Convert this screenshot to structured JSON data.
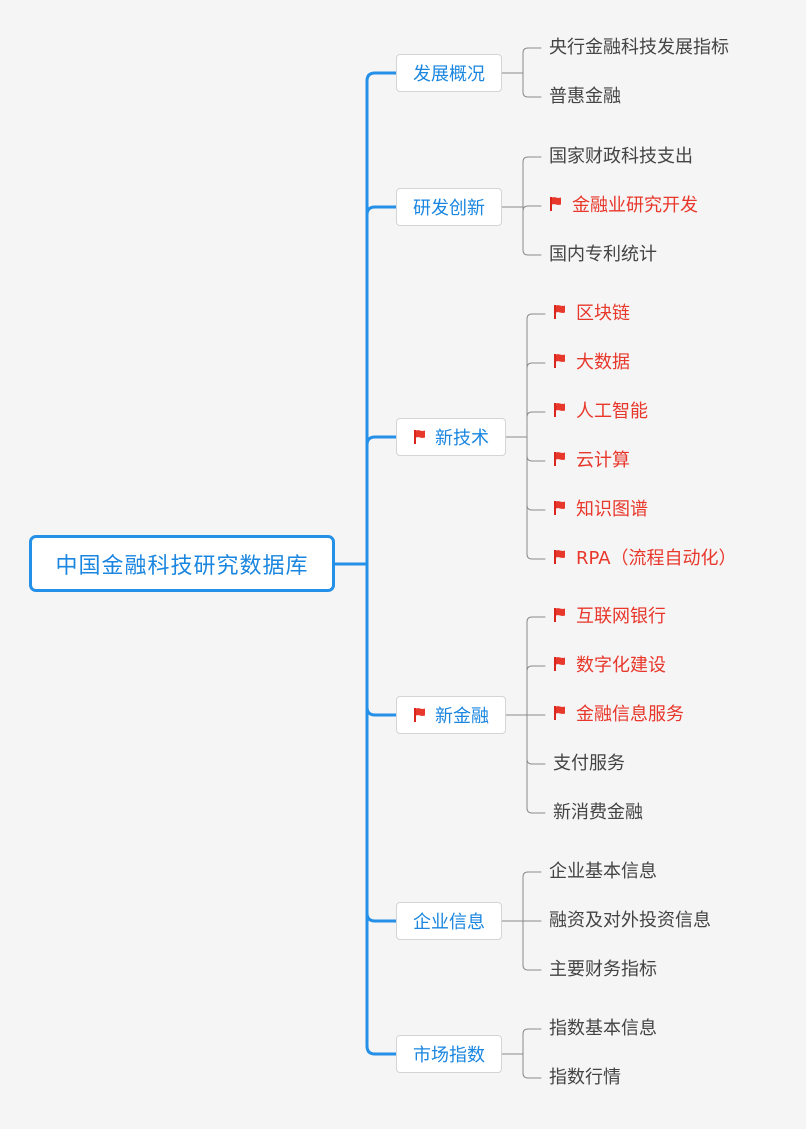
{
  "title": "中国金融科技研究数据库",
  "icons": {
    "flag": "red-flag-icon"
  },
  "colors": {
    "branch": "#2590e8",
    "category_text": "#1a86e0",
    "highlight_text": "#e8372b",
    "leaf_text": "#444444",
    "leaf_line": "#8a8a8a"
  },
  "categories": [
    {
      "label": "发展概况",
      "flag": false,
      "items": [
        {
          "label": "央行金融科技发展指标",
          "flag": false
        },
        {
          "label": "普惠金融",
          "flag": false
        }
      ]
    },
    {
      "label": "研发创新",
      "flag": false,
      "items": [
        {
          "label": "国家财政科技支出",
          "flag": false
        },
        {
          "label": "金融业研究开发",
          "flag": true
        },
        {
          "label": "国内专利统计",
          "flag": false
        }
      ]
    },
    {
      "label": "新技术",
      "flag": true,
      "items": [
        {
          "label": "区块链",
          "flag": true
        },
        {
          "label": "大数据",
          "flag": true
        },
        {
          "label": "人工智能",
          "flag": true
        },
        {
          "label": "云计算",
          "flag": true
        },
        {
          "label": "知识图谱",
          "flag": true
        },
        {
          "label": "RPA（流程自动化）",
          "flag": true
        }
      ]
    },
    {
      "label": "新金融",
      "flag": true,
      "items": [
        {
          "label": "互联网银行",
          "flag": true
        },
        {
          "label": "数字化建设",
          "flag": true
        },
        {
          "label": "金融信息服务",
          "flag": true
        },
        {
          "label": "支付服务",
          "flag": false
        },
        {
          "label": "新消费金融",
          "flag": false
        }
      ]
    },
    {
      "label": "企业信息",
      "flag": false,
      "items": [
        {
          "label": "企业基本信息",
          "flag": false
        },
        {
          "label": "融资及对外投资信息",
          "flag": false
        },
        {
          "label": "主要财务指标",
          "flag": false
        }
      ]
    },
    {
      "label": "市场指数",
      "flag": false,
      "items": [
        {
          "label": "指数基本信息",
          "flag": false
        },
        {
          "label": "指数行情",
          "flag": false
        }
      ]
    }
  ]
}
